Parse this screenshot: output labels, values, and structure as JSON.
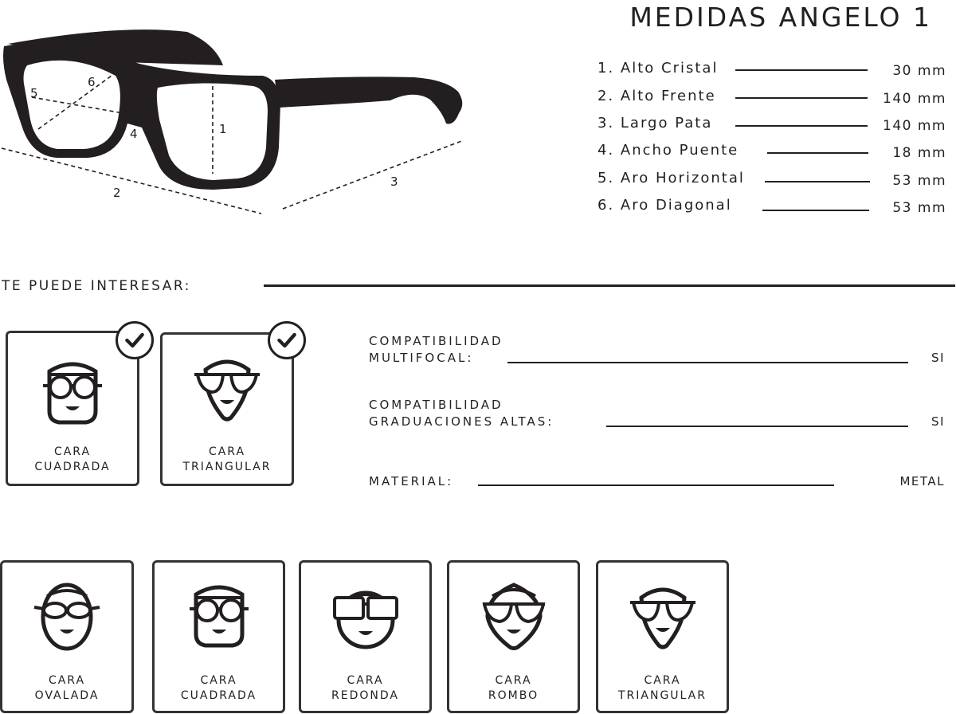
{
  "title": "MEDIDAS ANGELO 1",
  "diagram_labels": [
    "1",
    "2",
    "3",
    "4",
    "5",
    "6"
  ],
  "measurements": [
    {
      "label": "1. Alto Cristal",
      "value": "30 mm"
    },
    {
      "label": "2. Alto Frente",
      "value": "140 mm"
    },
    {
      "label": "3. Largo Pata",
      "value": "140 mm"
    },
    {
      "label": "4. Ancho Puente",
      "value": "18 mm"
    },
    {
      "label": "5. Aro Horizontal",
      "value": "53 mm"
    },
    {
      "label": "6. Aro Diagonal",
      "value": "53 mm"
    }
  ],
  "interesa_label": "TE PUEDE INTERESAR:",
  "recommended": [
    {
      "line1": "CARA",
      "line2": "CUADRADA",
      "checked": true
    },
    {
      "line1": "CARA",
      "line2": "TRIANGULAR",
      "checked": true
    }
  ],
  "specs": [
    {
      "line1": "COMPATIBILIDAD",
      "line2": "MULTIFOCAL:",
      "value": "SI"
    },
    {
      "line1": "COMPATIBILIDAD",
      "line2": "GRADUACIONES ALTAS:",
      "value": "SI"
    },
    {
      "line1": "MATERIAL:",
      "line2": "",
      "value": "METAL"
    }
  ],
  "faces": [
    {
      "line1": "CARA",
      "line2": "OVALADA"
    },
    {
      "line1": "CARA",
      "line2": "CUADRADA"
    },
    {
      "line1": "CARA",
      "line2": "REDONDA"
    },
    {
      "line1": "CARA",
      "line2": "ROMBO"
    },
    {
      "line1": "CARA",
      "line2": "TRIANGULAR"
    }
  ],
  "colors": {
    "ink": "#231f20",
    "card_border": "#333333",
    "background": "#ffffff"
  },
  "icons": [
    "glasses-diagram",
    "check-icon",
    "face-square-icon",
    "face-triangle-icon",
    "face-oval-icon",
    "face-round-icon",
    "face-diamond-icon"
  ]
}
